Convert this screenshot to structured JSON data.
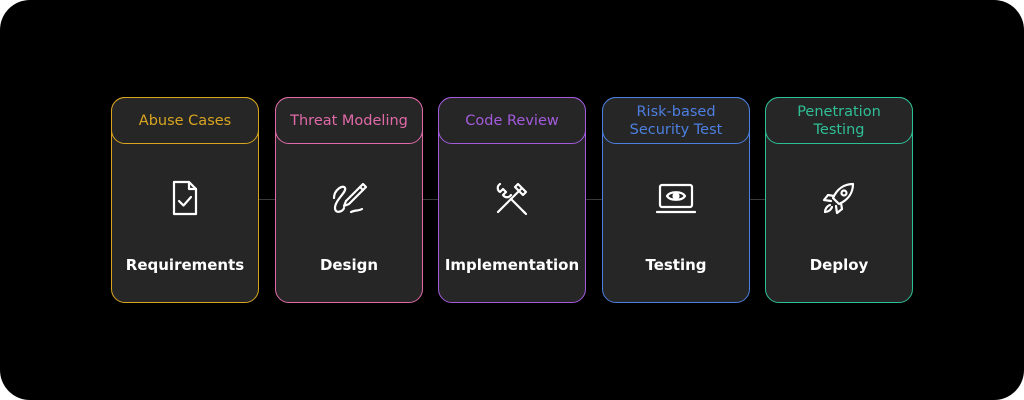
{
  "stages": [
    {
      "activity": "Abuse Cases",
      "phase": "Requirements",
      "color": "#d9a520",
      "icon": "document-check-icon"
    },
    {
      "activity": "Threat Modeling",
      "phase": "Design",
      "color": "#e06aa8",
      "icon": "pencil-scribble-icon"
    },
    {
      "activity": "Code Review",
      "phase": "Implementation",
      "color": "#a35bdc",
      "icon": "hammer-wrench-icon"
    },
    {
      "activity": "Risk-based\nSecurity Test",
      "phase": "Testing",
      "color": "#4c7fe0",
      "icon": "laptop-eye-icon"
    },
    {
      "activity": "Penetration\nTesting",
      "phase": "Deploy",
      "color": "#2fbf95",
      "icon": "rocket-icon"
    }
  ]
}
